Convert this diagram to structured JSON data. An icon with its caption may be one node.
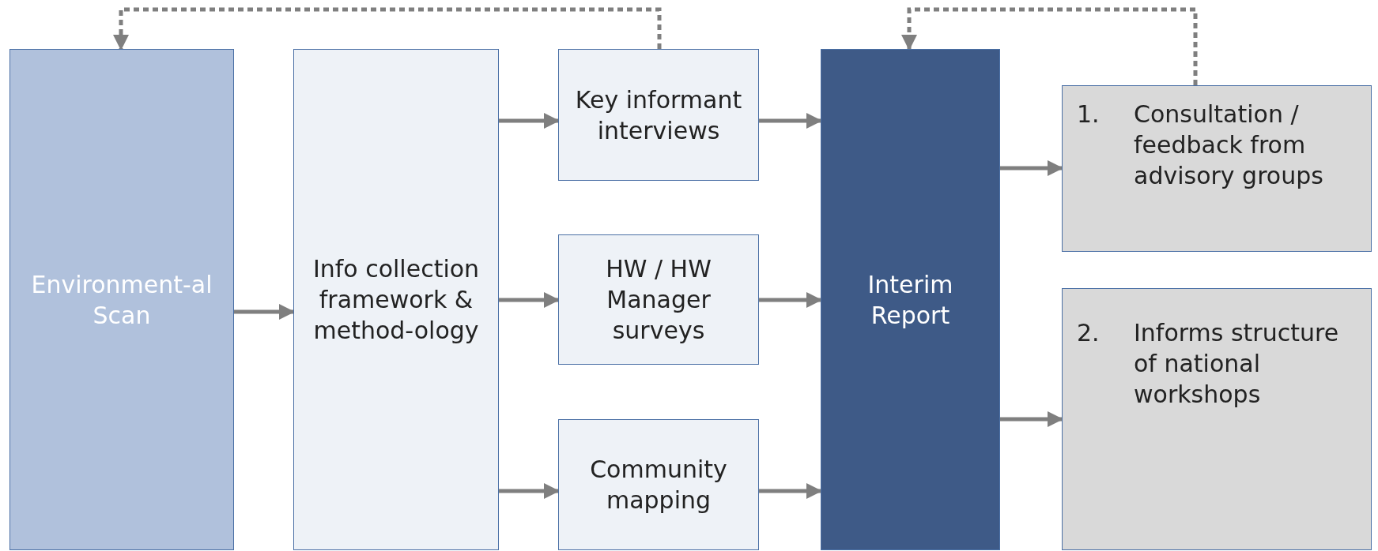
{
  "diagram": {
    "nodes": [
      {
        "text": [
          "Environment-al Scan"
        ]
      },
      {
        "text": [
          "Info collection framework & method-ology"
        ]
      },
      {
        "text": [
          "Key informant interviews"
        ]
      },
      {
        "text": [
          "HW / HW Manager surveys"
        ]
      },
      {
        "text": [
          "Community mapping"
        ]
      },
      {
        "text": [
          "Interim Report"
        ]
      },
      {
        "text": [
          "1.",
          "Consultation / feedback from advisory groups"
        ]
      },
      {
        "text": [
          "2.",
          "Informs structure of national workshops"
        ]
      }
    ],
    "edges": [
      {
        "from": 0,
        "to": 1,
        "arrow": "to"
      },
      {
        "from": 1,
        "to": 2,
        "arrow": "to"
      },
      {
        "from": 1,
        "to": 3,
        "arrow": "to"
      },
      {
        "from": 1,
        "to": 4,
        "arrow": "to"
      },
      {
        "from": 2,
        "to": 5,
        "arrow": "to"
      },
      {
        "from": 3,
        "to": 5,
        "arrow": "to"
      },
      {
        "from": 4,
        "to": 5,
        "arrow": "to"
      },
      {
        "from": 5,
        "to": 6,
        "arrow": "to"
      },
      {
        "from": 5,
        "to": 7,
        "arrow": "to"
      },
      {
        "from": 2,
        "to": 0,
        "arrow": "to",
        "style": "dashed"
      },
      {
        "from": 6,
        "to": 5,
        "arrow": "to",
        "style": "dashed"
      }
    ]
  }
}
